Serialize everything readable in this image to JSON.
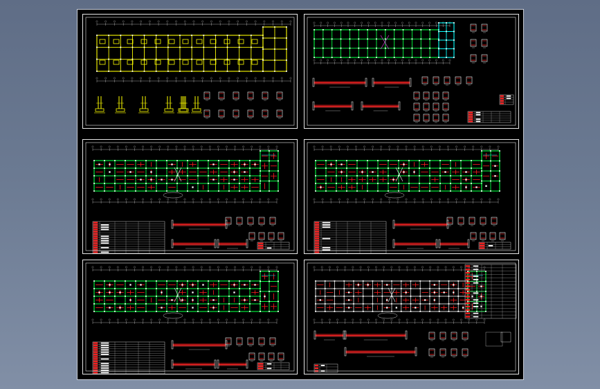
{
  "viewer": {
    "background_top": "#5f6d86",
    "background_bottom": "#818fa6",
    "canvas_color": "#000000"
  },
  "sheets": [
    {
      "name": "sheet-foundation-plan",
      "plan_color": "#ffff00",
      "detail_color": "#ffff00"
    },
    {
      "name": "sheet-structure-plan-1",
      "plan_color": "#00ff00",
      "detail_color": "#ff3030"
    },
    {
      "name": "sheet-structure-plan-2",
      "plan_color": "#00ff00",
      "detail_color": "#ff3030"
    },
    {
      "name": "sheet-structure-plan-3",
      "plan_color": "#00ff00",
      "detail_color": "#ff3030"
    },
    {
      "name": "sheet-structure-plan-4",
      "plan_color": "#00ff00",
      "detail_color": "#ff3030"
    },
    {
      "name": "sheet-roof-plan",
      "plan_color": "#ff3030",
      "detail_color": "#ff3030"
    }
  ],
  "colors": {
    "frame": "#e6e6e6",
    "grid": "#c8c8c8",
    "beam": "#ff2020",
    "column": "#ffffff",
    "slab": "#00ff40",
    "cyan": "#00ffff",
    "magenta": "#ff40ff",
    "yellow": "#ffff00",
    "table_red": "#ff2020"
  }
}
